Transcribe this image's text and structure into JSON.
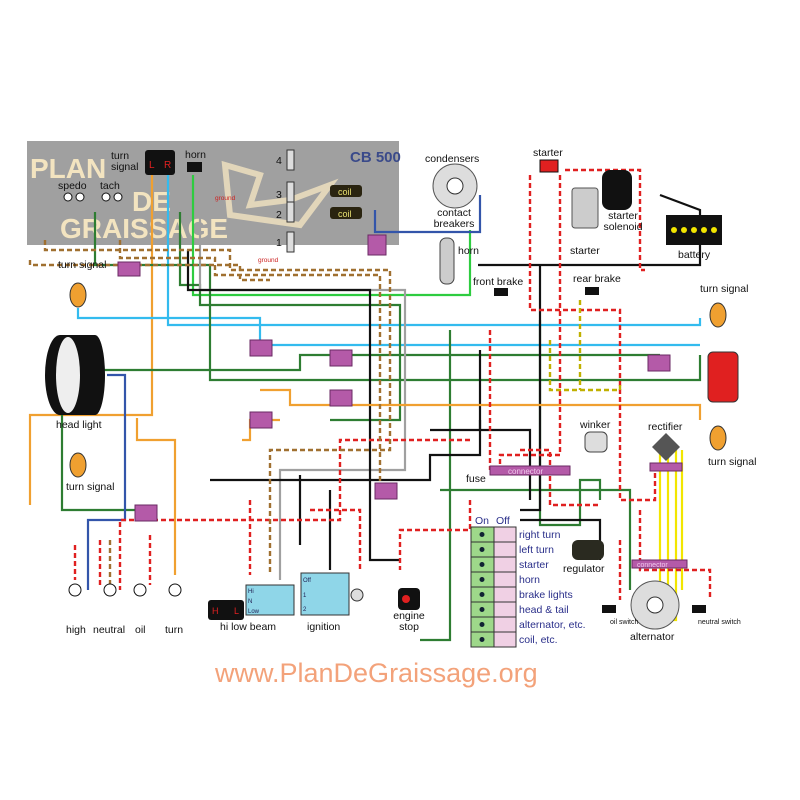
{
  "title": "CB 500",
  "watermark": {
    "line1": "PLAN",
    "line2": "DE",
    "line3": "GRAISSAGE",
    "url": "www.PlanDeGraissage.org"
  },
  "components": {
    "turn_signal_switch": "turn signal",
    "turn_signal_L": "L",
    "turn_signal_R": "R",
    "horn_button": "horn",
    "speedo": "spedo",
    "tach": "tach",
    "plugs": [
      "4",
      "3",
      "2",
      "1"
    ],
    "coil": "coil",
    "condensers": "condensers",
    "contact_breakers": "contact breakers",
    "starter_button": "starter",
    "starter": "starter",
    "starter_solenoid": "starter solenoid",
    "battery": "battery",
    "horn": "horn",
    "front_brake": "front brake",
    "rear_brake": "rear brake",
    "turn_signal_fl": "turn signal",
    "turn_signal_fr": "turn signal",
    "turn_signal_rl": "turn signal",
    "turn_signal_rr": "turn signal",
    "head_light": "head light",
    "winker": "winker",
    "rectifier": "rectifier",
    "fuse": "fuse",
    "connector": "connector",
    "regulator": "regulator",
    "alternator": "alternator",
    "oil_switch": "oil switch",
    "neutral_switch": "neutral switch",
    "engine_stop": "engine stop",
    "ignition": "ignition",
    "hi_low_beam": "hi low beam",
    "beam_H": "H",
    "beam_L": "L",
    "indicators": [
      "high",
      "neutral",
      "oil",
      "turn"
    ],
    "ground": "ground"
  },
  "beam_switch_rows": [
    "Hi",
    "N",
    "Low"
  ],
  "ignition_rows": [
    "Off",
    "1",
    "2"
  ],
  "legend": {
    "on": "On",
    "off": "Off",
    "items": [
      "right turn",
      "left turn",
      "starter",
      "horn",
      "brake lights",
      "head & tail",
      "alternator, etc.",
      "coil, etc."
    ]
  },
  "colors": {
    "black": "#111111",
    "red": "#e02020",
    "green": "#2e7d32",
    "blue": "#3355aa",
    "lightblue": "#33bbee",
    "orange": "#f0a030",
    "brown": "#a07030",
    "yellow": "#f2e600",
    "connector": "#b45aa8"
  }
}
